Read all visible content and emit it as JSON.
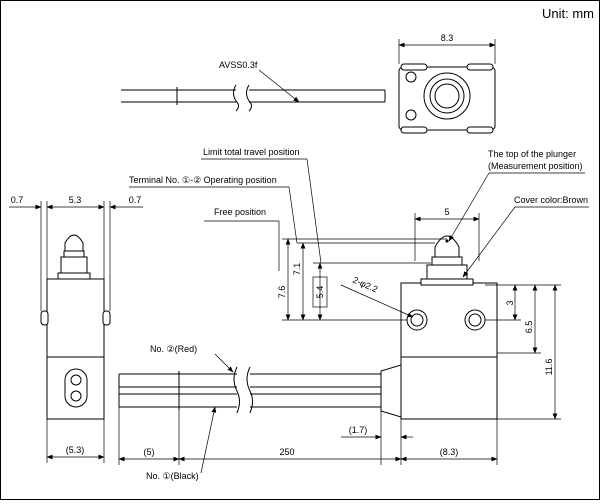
{
  "unit_label": "Unit: mm",
  "cable_label": "AVSS0.3f",
  "labels": {
    "limit_total_travel": "Limit total travel position",
    "terminal_operating": "Terminal No. ①-② Operating position",
    "free_position": "Free position",
    "plunger_top_1": "The top of the plunger",
    "plunger_top_2": "(Measurement position)",
    "cover_color": "Cover color:Brown",
    "wire_red": "No. ②(Red)",
    "wire_black": "No. ①(Black)",
    "holes": "2-φ2.2"
  },
  "dims": {
    "top_width": "8.3",
    "left_w1": "0.7",
    "left_w2": "5.3",
    "left_w3": "0.7",
    "left_bottom": "(5.3)",
    "plunger_w": "5",
    "free_pos": "7.6",
    "op_pos": "7.1",
    "ltt_pos": "5.4",
    "hole_h": "3",
    "body_h1": "6.5",
    "body_h2": "11.6",
    "wire_5": "(5)",
    "wire_250": "250",
    "gap_17": "(1.7)",
    "front_w": "(8.3)"
  }
}
